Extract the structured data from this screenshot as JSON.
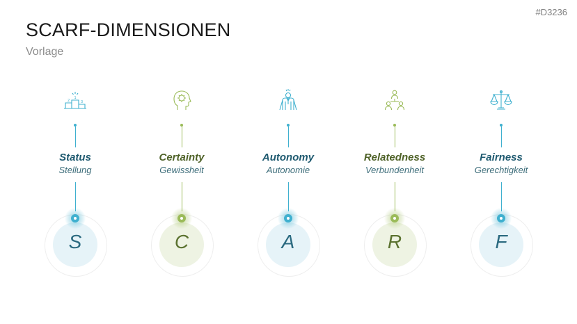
{
  "slide_id": "#D3236",
  "title": "SCARF-DIMENSIONEN",
  "subtitle": "Vorlage",
  "colors": {
    "blue": "#3fb0cf",
    "green": "#9bbb59"
  },
  "dimensions": [
    {
      "label_en": "Status",
      "label_de": "Stellung",
      "letter": "S",
      "color": "blue",
      "icon": "podium-icon"
    },
    {
      "label_en": "Certainty",
      "label_de": "Gewissheit",
      "letter": "C",
      "color": "green",
      "icon": "head-brain-icon"
    },
    {
      "label_en": "Autonomy",
      "label_de": "Autonomie",
      "letter": "A",
      "color": "blue",
      "icon": "person-cape-icon"
    },
    {
      "label_en": "Relatedness",
      "label_de": "Verbundenheit",
      "letter": "R",
      "color": "green",
      "icon": "people-network-icon"
    },
    {
      "label_en": "Fairness",
      "label_de": "Gerechtigkeit",
      "letter": "F",
      "color": "blue",
      "icon": "scales-icon"
    }
  ]
}
